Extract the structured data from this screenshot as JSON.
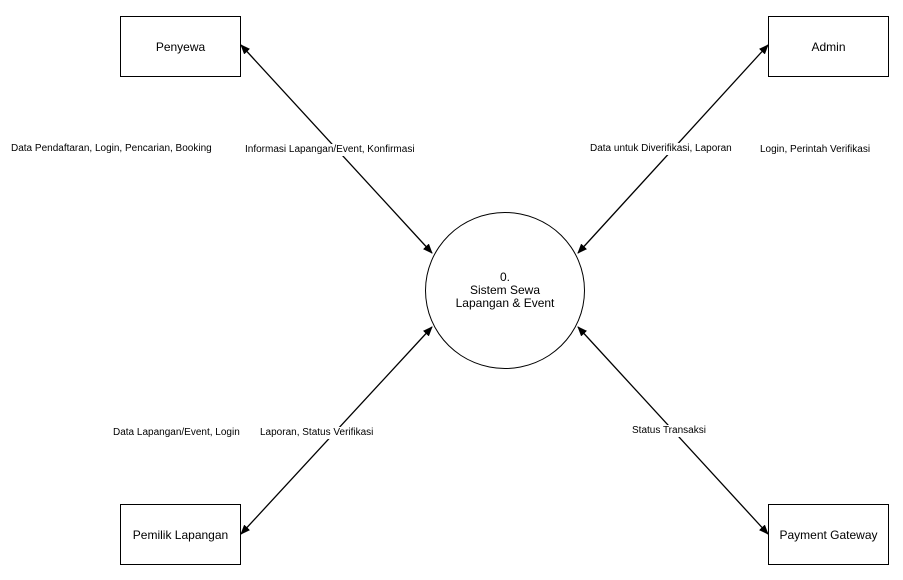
{
  "process": {
    "number": "0.",
    "name": "Sistem Sewa Lapangan & Event"
  },
  "entities": {
    "penyewa": "Penyewa",
    "admin": "Admin",
    "pemilik": "Pemilik Lapangan",
    "payment": "Payment Gateway"
  },
  "flows": {
    "penyewa_in": "Data Pendaftaran, Login, Pencarian, Booking",
    "penyewa_out": "Informasi Lapangan/Event, Konfirmasi",
    "admin_out": "Data untuk Diverifikasi, Laporan",
    "admin_in": "Login, Perintah Verifikasi",
    "pemilik_in": "Data Lapangan/Event, Login",
    "pemilik_out": "Laporan, Status Verifikasi",
    "payment_status": "Status Transaksi"
  },
  "colors": {
    "stroke": "#000000",
    "background": "#ffffff"
  }
}
